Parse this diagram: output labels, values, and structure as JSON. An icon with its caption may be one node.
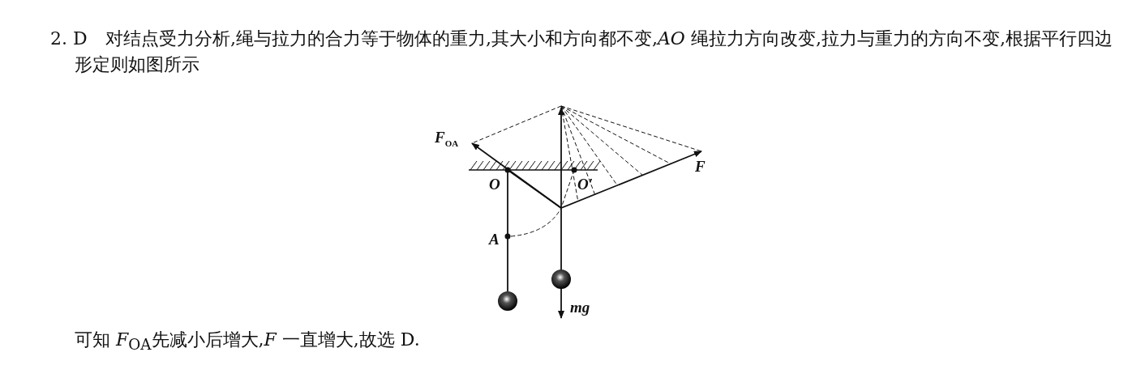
{
  "diagram": {
    "labels": [
      "2. D",
      "对结点受力分析,绳与拉力的合力等于物体的重力,其大小和方向都不变,*AO* 绳拉力方向改变,拉力与重力的方向不变,根据平行四边形定则如图所示",
      "*F*$_{OA}$",
      "O",
      "O′",
      "A",
      "F",
      "mg",
      "可知 *F*$_{OA}$先减小后增大,*F* 一直增大,故选 D."
    ]
  }
}
